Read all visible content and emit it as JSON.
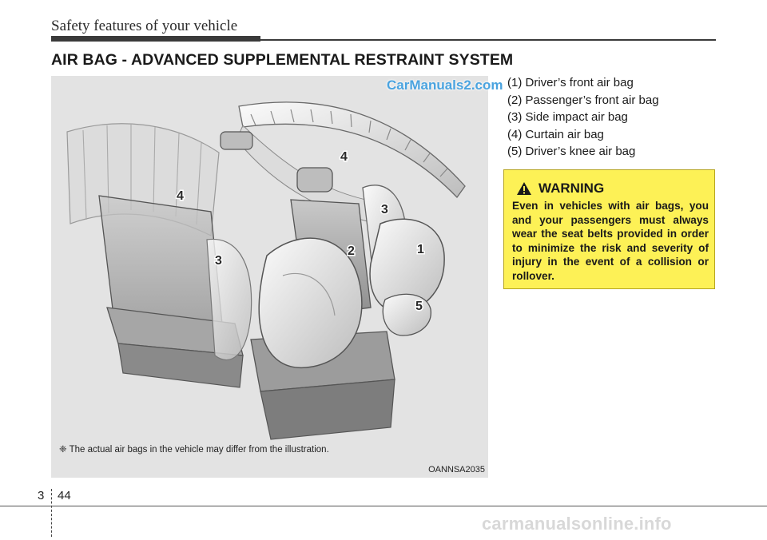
{
  "header": {
    "section_title": "Safety features of your vehicle",
    "page_title": "AIR BAG - ADVANCED SUPPLEMENTAL RESTRAINT SYSTEM"
  },
  "figure": {
    "watermark": "CarManuals2.com",
    "callouts": {
      "n1": "1",
      "n2": "2",
      "n3_front": "3",
      "n3_rear": "3",
      "n4_front": "4",
      "n4_rear": "4",
      "n5": "5"
    },
    "note": "❈ The actual air bags in the vehicle may differ from the illustration.",
    "code": "OANNSA2035"
  },
  "legend": [
    "(1) Driver’s front air bag",
    "(2) Passenger’s front air bag",
    "(3) Side impact air bag",
    "(4) Curtain air bag",
    "(5) Driver’s knee air bag"
  ],
  "warning": {
    "icon": "warning-triangle-icon",
    "title": "WARNING",
    "body": "Even in vehicles with air bags, you and your passengers must always wear the seat belts provided in order to minimize the risk and severity of injury in the event of a collision or rollover."
  },
  "footer": {
    "chapter": "3",
    "page": "44",
    "watermark": "carmanualsonline.info"
  },
  "colors": {
    "warning_background": "#fdf156",
    "watermark_blue": "#4aa3df",
    "figure_background": "#e3e3e3"
  }
}
